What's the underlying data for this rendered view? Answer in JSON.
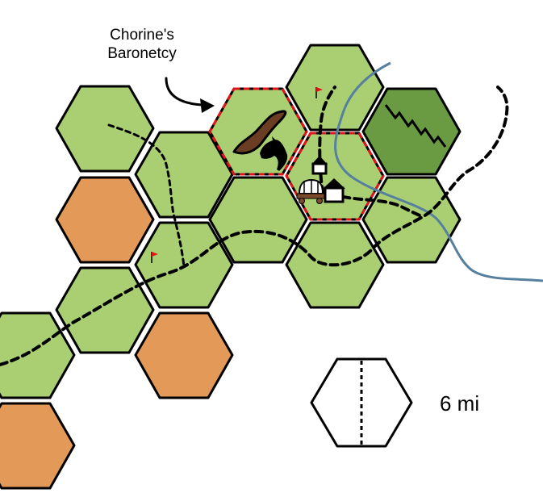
{
  "callout": {
    "line1": "Chorine's",
    "line2": "Baronetcy"
  },
  "scale": {
    "label": "6 mi"
  },
  "terrain_colors": {
    "plains": "#a9cf72",
    "forest": "#6a9b43",
    "hills": "#e39a58",
    "river": "#56809e",
    "border": "#e0141b"
  },
  "icons": [
    "road-path",
    "river",
    "mountain-ridge",
    "horse-icon",
    "house-icon",
    "wagon-icon",
    "flag-icon",
    "rough-terrain-icon"
  ]
}
